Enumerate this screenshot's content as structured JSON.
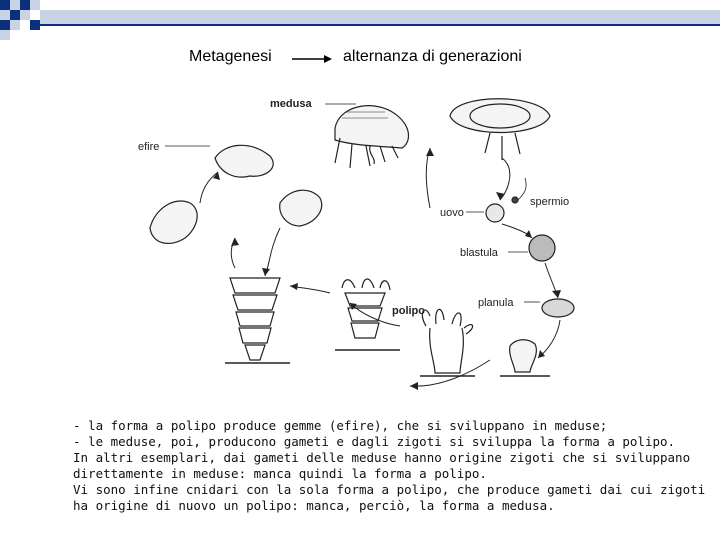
{
  "header": {
    "left_label": "Metagenesi",
    "right_label": "alternanza di generazioni",
    "arrow_icon": "arrow-right-icon"
  },
  "diagram": {
    "labels": {
      "medusa": "medusa",
      "efire": "efire",
      "uovo": "uovo",
      "spermio": "spermio",
      "blastula": "blastula",
      "planula": "planula",
      "polipo": "polipo"
    }
  },
  "description": {
    "lines": [
      "- la forma a polipo produce gemme (efire), che si sviluppano in meduse;",
      "- le meduse, poi, producono gameti e dagli zigoti si sviluppa la forma a polipo.",
      "In altri esemplari, dai gameti delle meduse hanno origine zigoti che si sviluppano",
      "direttamente in meduse: manca quindi la forma a polipo.",
      "Vi sono infine cnidari con la sola forma a polipo, che produce gameti dai cui zigoti",
      "ha origine di nuovo un polipo: manca, perciò, la forma a medusa."
    ]
  },
  "colors": {
    "deco_dark": "#0b2f7a",
    "deco_light": "#c9d3e6",
    "ink": "#222222"
  }
}
